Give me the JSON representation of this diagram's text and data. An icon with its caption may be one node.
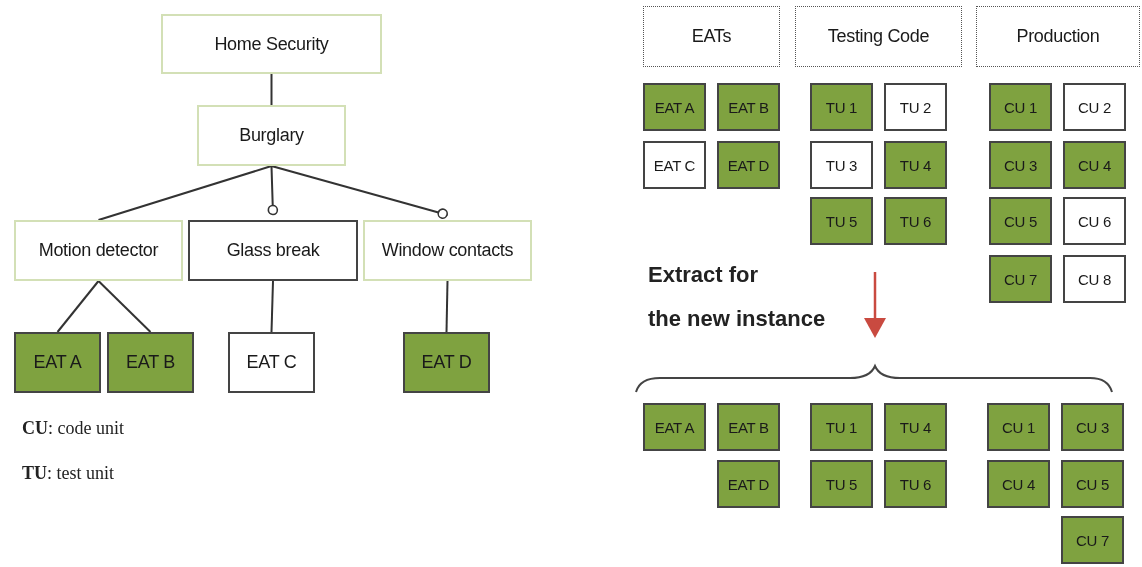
{
  "diagram": {
    "nodes": [
      {
        "text": [
          "Home Security"
        ]
      },
      {
        "text": [
          "Burglary"
        ]
      },
      {
        "text": [
          "Motion detector"
        ]
      },
      {
        "text": [
          "Glass break"
        ]
      },
      {
        "text": [
          "Window contacts"
        ]
      },
      {
        "text": [
          "EAT A"
        ]
      },
      {
        "text": [
          "EAT B"
        ]
      },
      {
        "text": [
          "EAT C"
        ]
      },
      {
        "text": [
          "EAT D"
        ]
      },
      {
        "text": [
          "EATs"
        ]
      },
      {
        "text": [
          "Testing Code"
        ]
      },
      {
        "text": [
          "Production"
        ]
      },
      {
        "text": [
          "EAT A"
        ]
      },
      {
        "text": [
          "EAT B"
        ]
      },
      {
        "text": [
          "EAT C"
        ]
      },
      {
        "text": [
          "EAT D"
        ]
      },
      {
        "text": [
          "TU 1"
        ]
      },
      {
        "text": [
          "TU 2"
        ]
      },
      {
        "text": [
          "TU 3"
        ]
      },
      {
        "text": [
          "TU 4"
        ]
      },
      {
        "text": [
          "TU 5"
        ]
      },
      {
        "text": [
          "TU 6"
        ]
      },
      {
        "text": [
          "CU 1"
        ]
      },
      {
        "text": [
          "CU 2"
        ]
      },
      {
        "text": [
          "CU 3"
        ]
      },
      {
        "text": [
          "CU 4"
        ]
      },
      {
        "text": [
          "CU 5"
        ]
      },
      {
        "text": [
          "CU 6"
        ]
      },
      {
        "text": [
          "CU 7"
        ]
      },
      {
        "text": [
          "CU 8"
        ]
      },
      {
        "text": [
          "EAT A"
        ]
      },
      {
        "text": [
          "EAT B"
        ]
      },
      {
        "text": [
          "EAT D"
        ]
      },
      {
        "text": [
          "TU 1"
        ]
      },
      {
        "text": [
          "TU 4"
        ]
      },
      {
        "text": [
          "TU 5"
        ]
      },
      {
        "text": [
          "TU 6"
        ]
      },
      {
        "text": [
          "CU 1"
        ]
      },
      {
        "text": [
          "CU 3"
        ]
      },
      {
        "text": [
          "CU 4"
        ]
      },
      {
        "text": [
          "CU 5"
        ]
      },
      {
        "text": [
          "CU 7"
        ]
      }
    ],
    "edges": [
      {
        "from": 0,
        "to": 1,
        "arrow": "none"
      },
      {
        "from": 1,
        "to": 2,
        "arrow": "none"
      },
      {
        "from": 1,
        "to": 3,
        "arrow": "other"
      },
      {
        "from": 1,
        "to": 4,
        "arrow": "other"
      },
      {
        "from": 2,
        "to": 5,
        "arrow": "none"
      },
      {
        "from": 2,
        "to": 6,
        "arrow": "none"
      },
      {
        "from": 3,
        "to": 7,
        "arrow": "none"
      },
      {
        "from": 4,
        "to": 8,
        "arrow": "none"
      }
    ],
    "labels": [
      "Extract for",
      "the new instance",
      "**CU**: code unit",
      "**TU**: test unit"
    ]
  }
}
